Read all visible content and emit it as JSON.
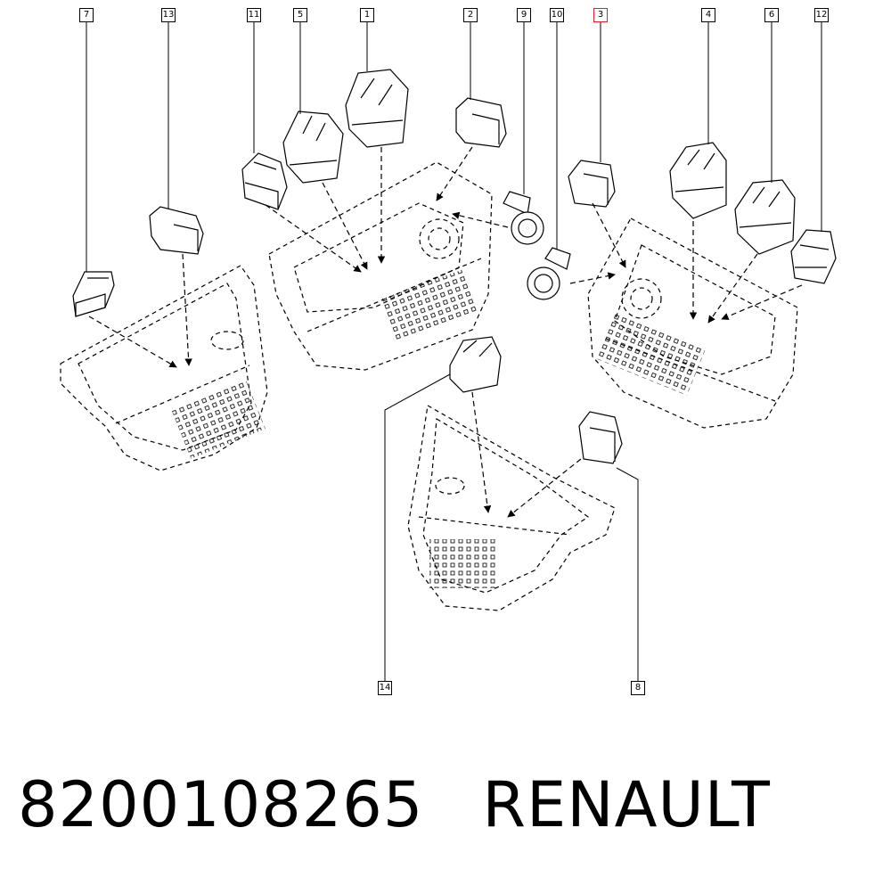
{
  "callouts": [
    {
      "id": "7",
      "label": "7"
    },
    {
      "id": "13",
      "label": "13"
    },
    {
      "id": "11",
      "label": "11"
    },
    {
      "id": "5",
      "label": "5"
    },
    {
      "id": "1",
      "label": "1"
    },
    {
      "id": "2",
      "label": "2"
    },
    {
      "id": "9",
      "label": "9"
    },
    {
      "id": "10",
      "label": "10"
    },
    {
      "id": "3",
      "label": "3",
      "highlighted": true
    },
    {
      "id": "4",
      "label": "4"
    },
    {
      "id": "6",
      "label": "6"
    },
    {
      "id": "12",
      "label": "12"
    },
    {
      "id": "14",
      "label": "14"
    },
    {
      "id": "8",
      "label": "8"
    }
  ],
  "footer": {
    "part_number": "8200108265",
    "brand": "RENAULT"
  },
  "colors": {
    "line": "#000000",
    "highlight": "#d9262e",
    "switch_fill": "#ffffff"
  }
}
